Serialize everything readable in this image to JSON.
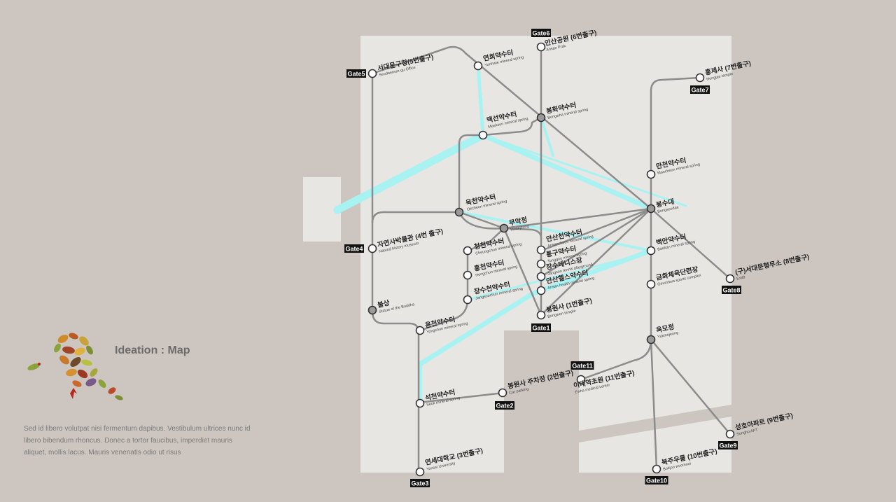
{
  "sidebar": {
    "title": "Ideation : Map",
    "description": "Sed id libero volutpat nisi fermentum dapibus. Vestibulum ultrices nunc id libero bibendum rhoncus. Donec a tortor faucibus, imperdiet mauris aliquet, mollis lacus. Mauris venenatis odio ut risus"
  },
  "gates": [
    {
      "id": "g6",
      "label": "Gate6"
    },
    {
      "id": "g5",
      "label": "Gate5"
    },
    {
      "id": "g7",
      "label": "Gate7"
    },
    {
      "id": "g4",
      "label": "Gate4"
    },
    {
      "id": "g8",
      "label": "Gate8"
    },
    {
      "id": "g1",
      "label": "Gate1"
    },
    {
      "id": "g11",
      "label": "Gate11"
    },
    {
      "id": "g2",
      "label": "Gate2"
    },
    {
      "id": "g9",
      "label": "Gate9"
    },
    {
      "id": "g3",
      "label": "Gate3"
    },
    {
      "id": "g10",
      "label": "Gate10"
    }
  ],
  "stations": [
    {
      "id": "ansan-park",
      "ko": "안산공원 (6번출구)",
      "en": "Ansan Prak",
      "type": "gate"
    },
    {
      "id": "seodaemun",
      "ko": "서대문구청(5번출구)",
      "en": "Seodaemun-gu Office",
      "type": "gate"
    },
    {
      "id": "yeonhui",
      "ko": "연희약수터",
      "en": "Yunhwie mineral spring",
      "type": "spring"
    },
    {
      "id": "hongje",
      "ko": "홍제사 (7번출구)",
      "en": "Hongjae temple",
      "type": "gate"
    },
    {
      "id": "maeksun",
      "ko": "맥선약수터",
      "en": "Maeksun mineral spring",
      "type": "spring"
    },
    {
      "id": "bonghwa",
      "ko": "봉화약수터",
      "en": "Bongwha mineral spring",
      "type": "spring"
    },
    {
      "id": "mancheon",
      "ko": "만천약수터",
      "en": "Mancheon mineral spring",
      "type": "spring"
    },
    {
      "id": "bongsudae",
      "ko": "봉수대",
      "en": "Bongsoodae",
      "type": "landmark"
    },
    {
      "id": "okcheon",
      "ko": "옥천약수터",
      "en": "Okcheon mineral spring",
      "type": "spring"
    },
    {
      "id": "muakjeong",
      "ko": "무악정",
      "en": "Muakjeong",
      "type": "landmark"
    },
    {
      "id": "natural-history",
      "ko": "자연사박물관 (4번 출구)",
      "en": "Natural history museum",
      "type": "gate"
    },
    {
      "id": "ansancheon",
      "ko": "안산천약수터",
      "en": "Ansancheon mineral spring",
      "type": "spring"
    },
    {
      "id": "cheongcheon",
      "ko": "청천약수터",
      "en": "Cheungchun mineral spring",
      "type": "spring"
    },
    {
      "id": "baekan",
      "ko": "백안약수터",
      "en": "Baekan mineral spring",
      "type": "spring"
    },
    {
      "id": "tonggu",
      "ko": "통구약수터",
      "en": "Tonggoo mineral spring",
      "type": "spring"
    },
    {
      "id": "jangsu-tennis",
      "ko": "장수테니스장",
      "en": "Jangsoo tennis playground",
      "type": "spot"
    },
    {
      "id": "hongcheon",
      "ko": "홍천약수터",
      "en": "Hongchun mineral spring",
      "type": "spring"
    },
    {
      "id": "old-prison",
      "ko": "(구)서대문형무소 (8번출구)",
      "en": "Exit8",
      "type": "gate"
    },
    {
      "id": "geumhwa",
      "ko": "금화체육단련장",
      "en": "Geumhwa sports complex",
      "type": "spot"
    },
    {
      "id": "ansan-health",
      "ko": "안산헬스약수터",
      "en": "Ansan health mineral spring",
      "type": "spring"
    },
    {
      "id": "jangsucheon",
      "ko": "장수천약수터",
      "en": "Jangsoochun mineral spring",
      "type": "spring"
    },
    {
      "id": "buddha",
      "ko": "불상",
      "en": "Statue of the Buddha",
      "type": "landmark"
    },
    {
      "id": "bongwonsa",
      "ko": "봉원사 (1번출구)",
      "en": "Bongwon temple",
      "type": "gate"
    },
    {
      "id": "yongcheon",
      "ko": "용천약수터",
      "en": "Yongchun mineral spring",
      "type": "spring"
    },
    {
      "id": "ukmojeong",
      "ko": "욱모정",
      "en": "Yukmojeong",
      "type": "landmark"
    },
    {
      "id": "bongwonsa-parking",
      "ko": "봉원사 주차장 (2번출구)",
      "en": "Car parking",
      "type": "gate"
    },
    {
      "id": "ewha-medical",
      "ko": "이대약초원 (11번출구)",
      "en": "Ewha medical center",
      "type": "gate"
    },
    {
      "id": "seokcheon",
      "ko": "석천약수터",
      "en": "Seok mineral spring",
      "type": "spring"
    },
    {
      "id": "sungho-apt",
      "ko": "성호아파트 (9번출구)",
      "en": "Sungho APT",
      "type": "gate"
    },
    {
      "id": "bukju",
      "ko": "북주우물 (10번출구)",
      "en": "Bokjoo woomool",
      "type": "gate"
    },
    {
      "id": "yonsei",
      "ko": "연세대학교 (3번출구)",
      "en": "Yonsei University",
      "type": "gate"
    }
  ]
}
